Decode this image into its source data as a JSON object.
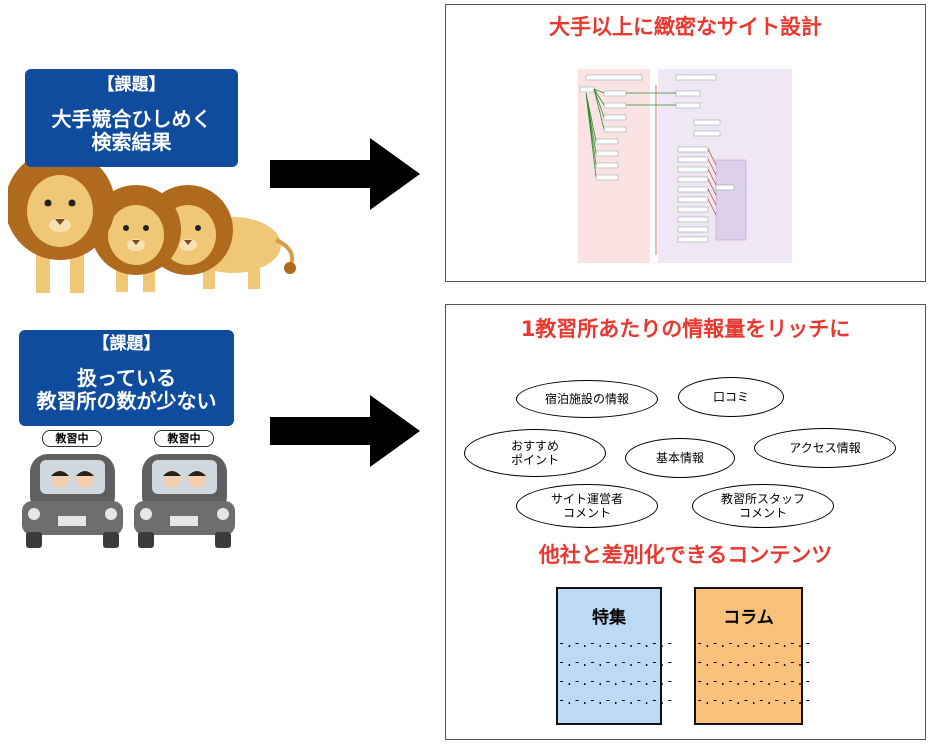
{
  "issues": [
    {
      "tag": "【課題】",
      "line1": "大手競合ひしめく",
      "line2": "検索結果"
    },
    {
      "tag": "【課題】",
      "line1": "扱っている",
      "line2": "教習所の数が少ない"
    }
  ],
  "car_signs": [
    "教習中",
    "教習中"
  ],
  "panel_top": {
    "title": "大手以上に緻密なサイト設計"
  },
  "panel_bottom": {
    "title": "1教習所あたりの情報量をリッチに",
    "info_items": [
      "宿泊施設の情報",
      "口コミ",
      "おすすめ\nポイント",
      "基本情報",
      "アクセス情報",
      "サイト運営者\nコメント",
      "教習所スタッフ\nコメント"
    ],
    "subtitle": "他社と差別化できるコンテンツ",
    "docs": [
      {
        "title": "特集",
        "lines": [
          "-.-.-.-.-.-.-.-",
          "-.-.-.-.-.-.-.-",
          "-.-.-.-.-.-.-.-",
          "-.-.-.-.-.-.-.-"
        ],
        "color": "#bcd9f5"
      },
      {
        "title": "コラム",
        "lines": [
          "-.-.-.-.-.-.-.-",
          "-.-.-.-.-.-.-.-",
          "-.-.-.-.-.-.-.-",
          "-.-.-.-.-.-.-.-"
        ],
        "color": "#f9c17a"
      }
    ]
  },
  "colors": {
    "issue_bg": "#0f4c9e",
    "accent_red": "#e8382f",
    "lion_mane": "#b06a1e",
    "lion_face": "#efc777",
    "car_body": "#5f5f5f"
  }
}
